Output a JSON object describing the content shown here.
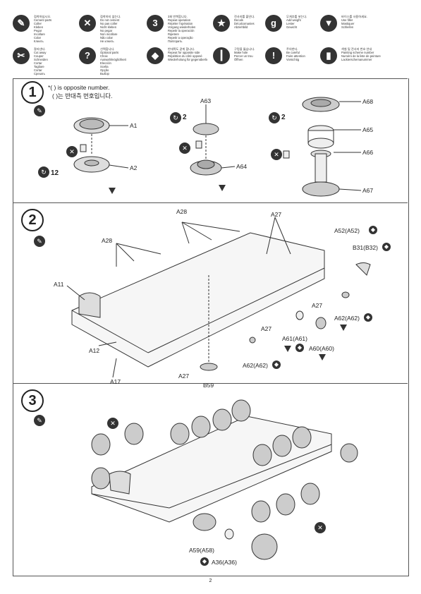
{
  "legend": {
    "items": [
      {
        "icon": "glue-icon",
        "glyph": "✎",
        "lines": [
          "접착하십시오.",
          "Cement parts",
          "Coller",
          "Kleben",
          "Pegar",
          "Incollare",
          "Colar",
          "Клеить"
        ]
      },
      {
        "icon": "no-glue-icon",
        "glyph": "✕",
        "lines": [
          "접착하지 않는다.",
          "Do not cement",
          "No pas coller",
          "Nicht kleben",
          "No pegar",
          "Non incollare",
          "Não colar",
          "Не клеить"
        ]
      },
      {
        "icon": "repeat-icon",
        "glyph": "3",
        "lines": [
          "3회 반복합니다.",
          "Repeat operation",
          "Répéter l'opération",
          "Vorgang wiederholen",
          "Repetir la operación",
          "Ripetere",
          "Repetir a operação",
          "Повторить"
        ]
      },
      {
        "icon": "decal-icon",
        "glyph": "★",
        "lines": [
          "전사지를 붙인다.",
          "Decals",
          "Décalcomanies",
          "Abziehbild"
        ]
      },
      {
        "icon": "weight-icon",
        "glyph": "g",
        "lines": [
          "무게추를 넣는다.",
          "Add weight",
          "Lester",
          "Gewicht"
        ]
      },
      {
        "icon": "vise-icon",
        "glyph": "▼",
        "lines": [
          "바이스를 사용하세요.",
          "Use filler",
          "Mastiquer",
          "Schleifen"
        ]
      },
      {
        "icon": "cut-icon",
        "glyph": "✂",
        "lines": [
          "잘라낸다.",
          "Cut away",
          "Couper",
          "Schneiden",
          "Cortar",
          "Tagliare",
          "Cortar",
          "Срезать"
        ]
      },
      {
        "icon": "optional-icon",
        "glyph": "?",
        "lines": [
          "선택합니다.",
          "Optional parts",
          "Choix",
          "Auswahlmöglichkeit",
          "Elección",
          "Scelta",
          "Opção",
          "Выбор"
        ]
      },
      {
        "icon": "opposite-icon",
        "glyph": "◆",
        "lines": [
          "반대쪽도 같게 합니다.",
          "Repeat for opposite side",
          "Répétition du côté opposé",
          "Wiederholung für gegenüberliegende Seite"
        ]
      },
      {
        "icon": "drill-icon",
        "glyph": "┃",
        "lines": [
          "구멍을 뚫습니다.",
          "Make hole",
          "Percer un trou",
          "Öffnen"
        ]
      },
      {
        "icon": "caution-icon",
        "glyph": "!",
        "lines": [
          "주의한다.",
          "Be careful",
          "Faire attention",
          "Vorsichtig"
        ]
      },
      {
        "icon": "paint-icon",
        "glyph": "▮",
        "lines": [
          "색칠 및 전사지 번호 안내",
          "Painting scheme number",
          "Numéro de la liste de peintures",
          "Lackierschemanummer"
        ]
      }
    ]
  },
  "step1": {
    "num": "1",
    "note_en": "*( ) is opposite number.",
    "note_ko": "( )는 반대측 번호입니다.",
    "repeat_a": "12",
    "repeat_b": "2",
    "repeat_c": "2",
    "labels": {
      "a1": "A1",
      "a2": "A2",
      "a63": "A63",
      "a64": "A64",
      "a68": "A68",
      "a65": "A65",
      "a66": "A66",
      "a67": "A67"
    }
  },
  "step2": {
    "num": "2",
    "labels": {
      "a28a": "A28",
      "a28b": "A28",
      "a27a": "A27",
      "a27b": "A27",
      "a27c": "A27",
      "a27d": "A27",
      "a11": "A11",
      "a12": "A12",
      "a17": "A17",
      "b59": "B59",
      "a52": "A52(A52)",
      "b31": "B31(B32)",
      "a62a": "A62(A62)",
      "a62b": "A62(A62)",
      "a61": "A61(A61)",
      "a60": "A60(A60)"
    }
  },
  "step3": {
    "num": "3",
    "labels": {
      "a59": "A59(A58)",
      "a36": "A36(A36)"
    }
  },
  "page_number": "2"
}
